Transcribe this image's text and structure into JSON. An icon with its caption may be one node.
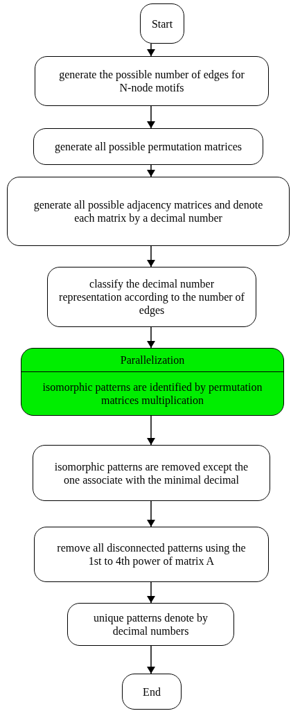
{
  "diagram": {
    "nodes": [
      {
        "text": [
          "Start"
        ]
      },
      {
        "text": [
          "generate the possible number of edges for N-node motifs"
        ]
      },
      {
        "text": [
          "generate all possible permutation matrices"
        ]
      },
      {
        "text": [
          "generate all possible adjacency matrices and denote each matrix by a decimal number"
        ]
      },
      {
        "text": [
          "classify the decimal number representation according to the number of edges"
        ]
      },
      {
        "text": [
          "Parallelization",
          "isomorphic patterns are identified by permutation matrices multiplication"
        ]
      },
      {
        "text": [
          "isomorphic patterns are removed except the one associate with the minimal decimal"
        ]
      },
      {
        "text": [
          "remove all disconnected patterns using the 1st to 4th power of matrix A"
        ]
      },
      {
        "text": [
          "unique patterns denote by decimal numbers"
        ]
      },
      {
        "text": [
          "End"
        ]
      }
    ],
    "edges": [
      {
        "from": 0,
        "to": 1,
        "arrow": "to"
      },
      {
        "from": 1,
        "to": 2,
        "arrow": "to"
      },
      {
        "from": 2,
        "to": 3,
        "arrow": "to"
      },
      {
        "from": 3,
        "to": 4,
        "arrow": "to"
      },
      {
        "from": 4,
        "to": 5,
        "arrow": "to"
      },
      {
        "from": 5,
        "to": 6,
        "arrow": "to"
      },
      {
        "from": 6,
        "to": 7,
        "arrow": "to"
      },
      {
        "from": 7,
        "to": 8,
        "arrow": "to"
      },
      {
        "from": 8,
        "to": 9,
        "arrow": "to"
      }
    ]
  }
}
